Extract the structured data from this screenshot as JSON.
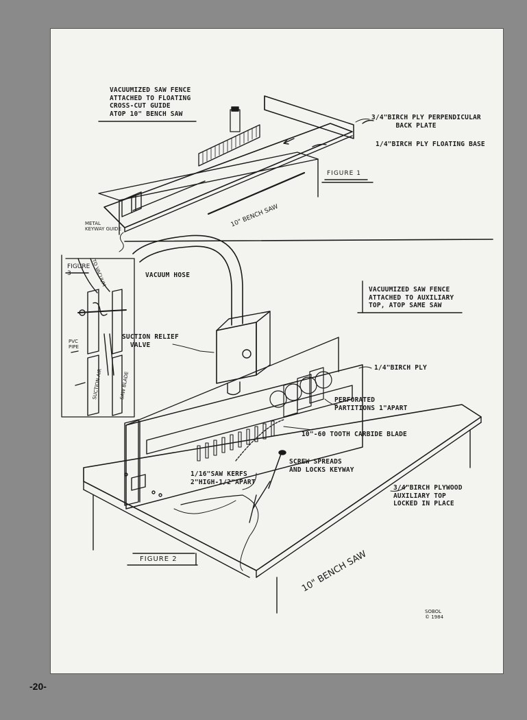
{
  "page": {
    "number": "-20-"
  },
  "figure1": {
    "title": "VACUUMIZED SAW FENCE\nATTACHED TO FLOATING\nCROSS-CUT GUIDE\nATOP 10\" BENCH SAW",
    "back_plate": "3/4\"BIRCH PLY PERPENDICULAR\n      BACK PLATE",
    "floating_base": "1/4\"BIRCH PLY FLOATING BASE",
    "caption": "FIGURE 1",
    "bench_saw": "10\" BENCH SAW",
    "keyway_guide": "METAL\nKEYWAY GUIDE"
  },
  "figure3": {
    "caption": "FIGURE\n3",
    "to_vacuum": "TO VACUUM",
    "pvc_pipe": "PVC\nPIPE",
    "suction_air": "SUCTION AIR",
    "saw_blade": "SAW BLADE"
  },
  "figure2": {
    "vacuum_hose": "VACUUM HOSE",
    "title": "VACUUMIZED SAW FENCE\nATTACHED TO AUXILIARY\nTOP, ATOP SAME SAW",
    "suction_relief_valve": "SUCTION RELIEF\n  VALVE",
    "birch_ply": "1/4\"BIRCH PLY",
    "perforated_partitions": "PERFORATED\nPARTITIONS 1\"APART",
    "carbide_blade": "10\"-60 TOOTH CARBIDE BLADE",
    "screw": "SCREW SPREADS\nAND LOCKS KEYWAY",
    "saw_kerfs": "1/16\"SAW KERFS\n2\"HIGH-1/2\"APART",
    "auxiliary_top": "3/4\"BIRCH PLYWOOD\nAUXILIARY TOP\nLOCKED IN PLACE",
    "caption": "FIGURE 2",
    "bench_saw": "10\" BENCH SAW"
  },
  "signature": "SOBOL\n© 1984"
}
